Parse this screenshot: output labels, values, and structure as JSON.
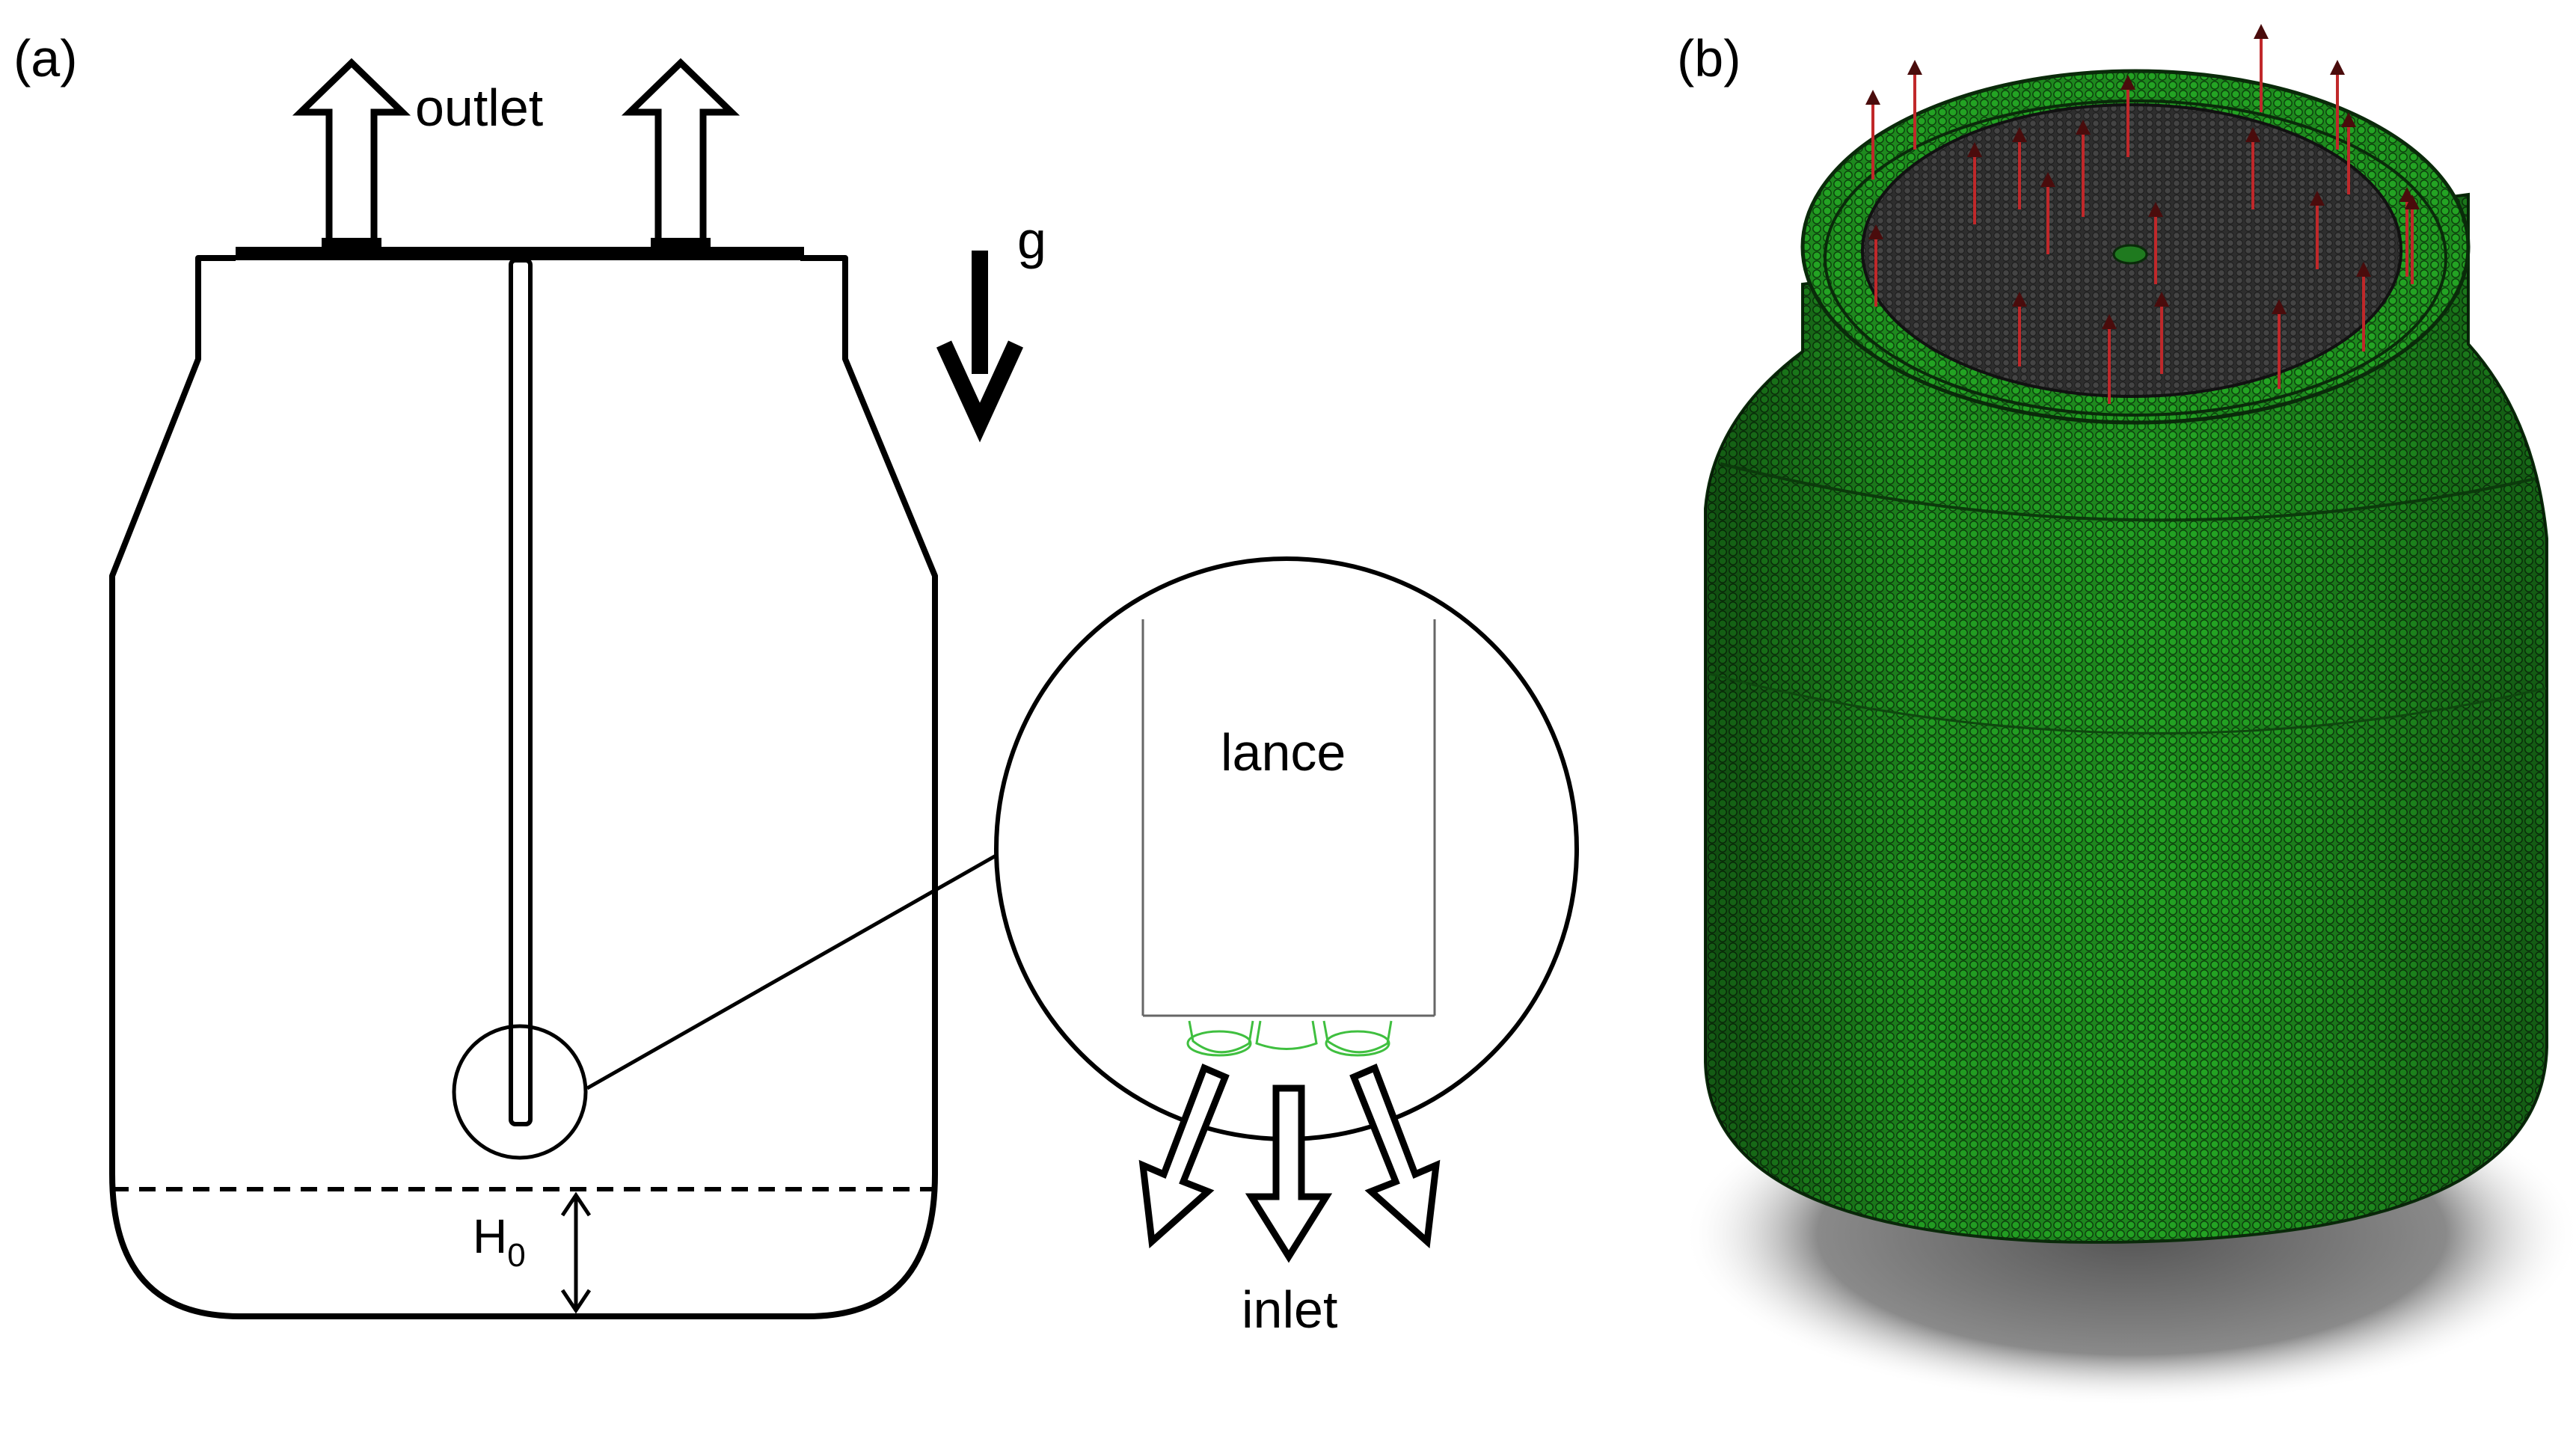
{
  "panel_a": {
    "label": "(a)",
    "outlet_label": "outlet",
    "gravity_label": "g",
    "lance_label": "lance",
    "inlet_label": "inlet",
    "height_label": "H",
    "height_subscript": "0"
  },
  "panel_b": {
    "label": "(b)",
    "mesh_color": "#1f7a1f",
    "top_face_color": "#3a3a3a",
    "arrow_color": "#c0282a"
  }
}
